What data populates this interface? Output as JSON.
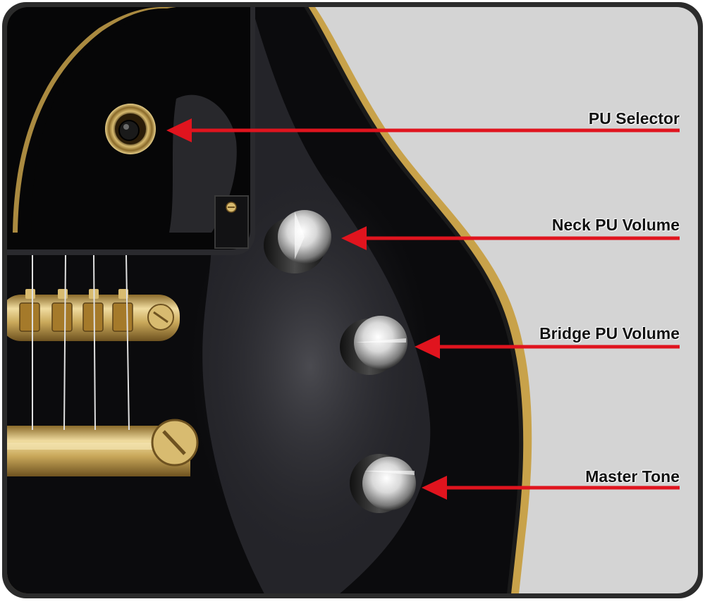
{
  "callouts": [
    {
      "id": "pu-selector",
      "label": "PU Selector"
    },
    {
      "id": "neck-pu-volume",
      "label": "Neck PU Volume"
    },
    {
      "id": "bridge-pu-volume",
      "label": "Bridge PU Volume"
    },
    {
      "id": "master-tone",
      "label": "Master Tone"
    }
  ],
  "colors": {
    "arrow": "#e0141e",
    "background": "#d4d4d4",
    "frame": "#2b2b2b",
    "body": "#0b0b0d",
    "binding": "#c8a24a",
    "hardware": "#cdb165"
  }
}
